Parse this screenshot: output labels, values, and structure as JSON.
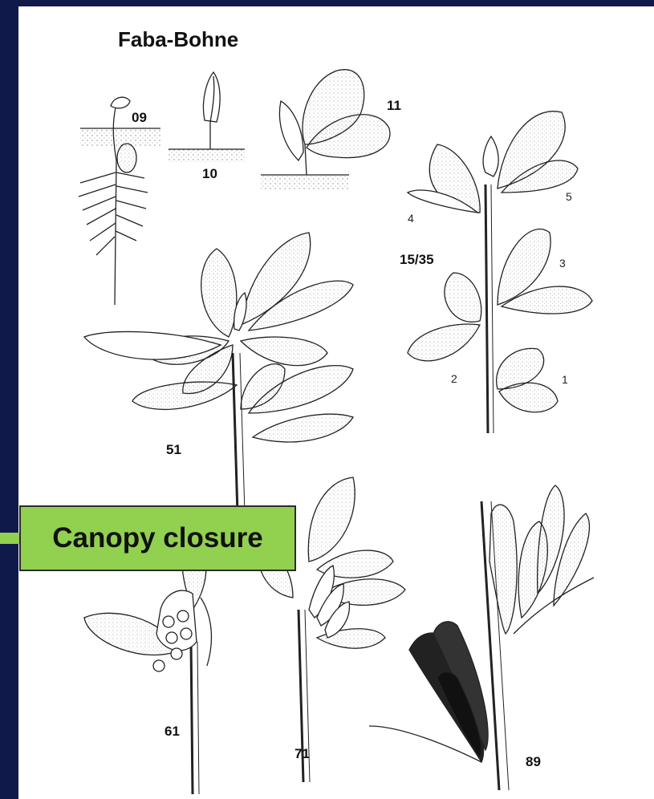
{
  "figure": {
    "title": "Faba-Bohne",
    "stages": {
      "s09": "09",
      "s10": "10",
      "s11": "11",
      "s15_35": "15/35",
      "s51": "51",
      "s61": "61",
      "s71": "71",
      "s89": "89"
    },
    "leaf_numbers": {
      "n1": "1",
      "n2": "2",
      "n3": "3",
      "n4": "4",
      "n5": "5"
    }
  },
  "callout": {
    "text": "Canopy closure",
    "color": "#92d050"
  },
  "colors": {
    "background": "#0f1a4a",
    "panel": "#ffffff",
    "ink": "#111111"
  }
}
